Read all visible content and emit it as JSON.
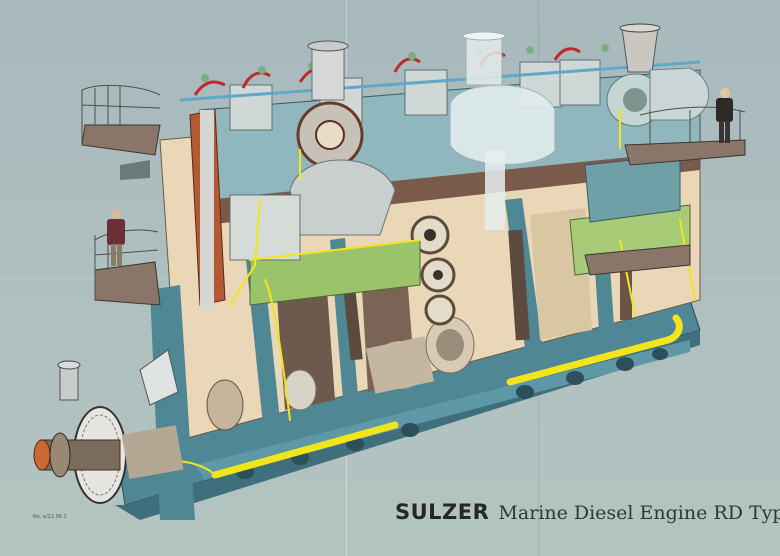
{
  "poster": {
    "brand": "SULZER",
    "title": "Marine Diesel Engine RD Type",
    "reference_number": "No. e/22.06.1",
    "illustration": "cutaway-marine-diesel-engine",
    "figures": [
      "person-on-left-platform",
      "person-on-right-platform"
    ],
    "colors": {
      "background": "#a9bcbd",
      "frame_blue": "#4f8795",
      "frame_dark": "#3f6f7c",
      "beige": "#e9d7b7",
      "pipe_yellow": "#f2e51c",
      "pipe_green": "#9bc46a",
      "rust": "#b35a34",
      "steel": "#c9cfcf",
      "platform": "#8a7668",
      "text": "#2c2f2f"
    }
  }
}
